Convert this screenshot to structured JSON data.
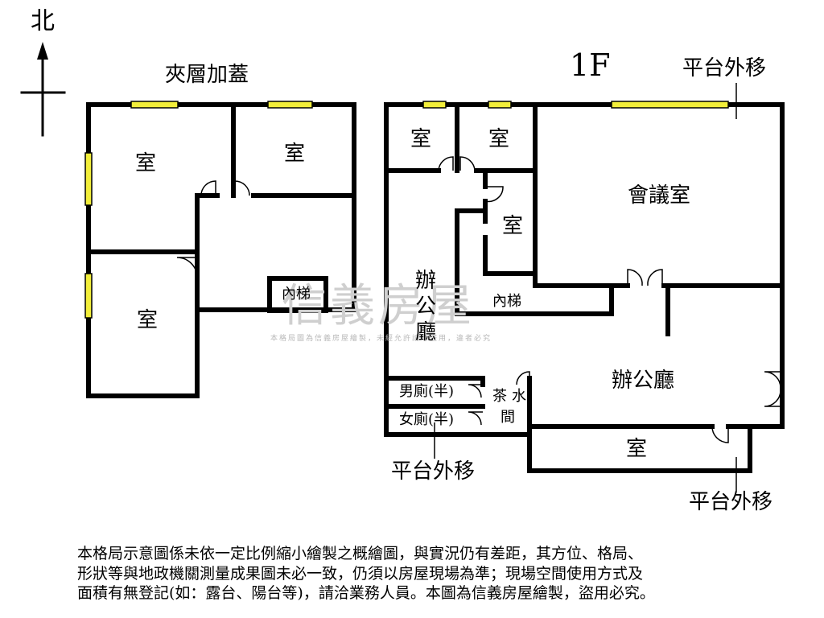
{
  "compass": {
    "north": "北"
  },
  "mezzanine": {
    "title": "夾層加蓋",
    "rooms": [
      "室",
      "室",
      "室"
    ],
    "stair": "內梯"
  },
  "floor1": {
    "title": "1F",
    "room_a": "室",
    "room_b": "室",
    "room_c": "室",
    "meeting": "會議室",
    "office_left": [
      "辦",
      "公",
      "廳"
    ],
    "stair": "內梯",
    "office_main": "辦公廳",
    "men_wc": "男廁(半)",
    "women_wc": "女廁(半)",
    "pantry": [
      "茶",
      "水",
      "間"
    ],
    "room_bottom": "室",
    "balcony_top": "平台外移",
    "balcony_left": "平台外移",
    "balcony_right": "平台外移"
  },
  "watermark": {
    "brand": "信義房屋",
    "sub": "本格局圖為信義房屋繪製，未經允許請勿盜用，違者必究"
  },
  "disclaimer": [
    "本格局示意圖係未依一定比例縮小繪製之概繪圖，與實況仍有差距，其方位、格局、",
    "形狀等與地政機關測量成果圖未必一致，仍須以房屋現場為準；現場空間使用方式及",
    "面積有無登記(如：露台、陽台等)，請洽業務人員。本圖為信義房屋繪製，盜用必究。"
  ],
  "colors": {
    "wall": "#000000",
    "window": "#f2ee3a",
    "watermark": "#cfcfcf"
  }
}
